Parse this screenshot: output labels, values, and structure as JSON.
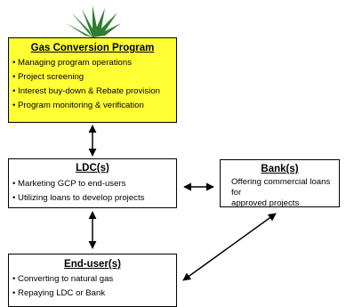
{
  "gcp": {
    "title": "Gas Conversion Program",
    "items": [
      "• Managing program operations",
      "• Project screening",
      "• Interest buy-down & Rebate provision",
      "• Program monitoring & verification"
    ],
    "fill_color": "#ffff33"
  },
  "ldc": {
    "title": "LDC(s)",
    "items": [
      "• Marketing GCP to end-users",
      "• Utilizing loans to develop projects"
    ]
  },
  "bank": {
    "title": "Bank(s)",
    "lines": [
      "Offering commercial loans for",
      "approved  projects"
    ]
  },
  "enduser": {
    "title": "End-user(s)",
    "items": [
      "• Converting to natural gas",
      "• Repaying LDC or Bank"
    ]
  },
  "logo": {
    "icon": "palm-leaf-logo",
    "color": "#2e7d32"
  }
}
